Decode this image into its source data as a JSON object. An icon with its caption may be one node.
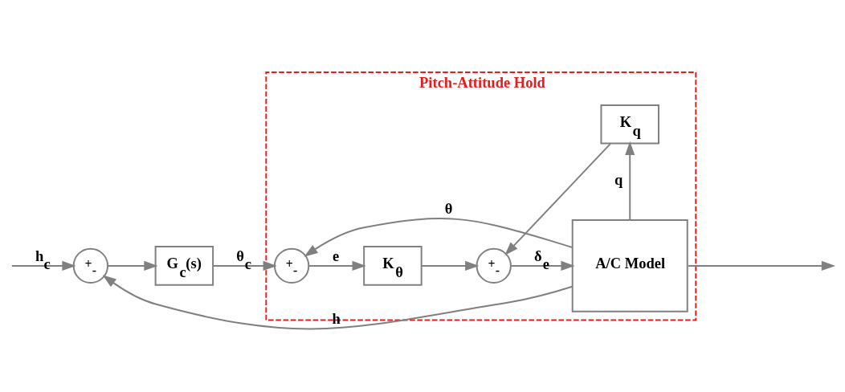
{
  "diagram": {
    "nodes": [
      {
        "text": [
          "Pitch-Attitude Hold"
        ]
      },
      {
        "text": [
          "+$_{-}$"
        ]
      },
      {
        "text": [
          "G$_{c}$(s)"
        ]
      },
      {
        "text": [
          "+$_{-}$"
        ],
        "in": 0
      },
      {
        "text": [
          "K$_{θ}$"
        ],
        "in": 0
      },
      {
        "text": [
          "+$_{-}$"
        ],
        "in": 0
      },
      {
        "text": [
          "A/C Model"
        ],
        "in": 0
      },
      {
        "text": [
          "K$_{q}$"
        ],
        "in": 0
      }
    ],
    "edges": [
      {
        "from": null,
        "to": 1,
        "arrow": "to",
        "label": "h$_{c}$"
      },
      {
        "from": 1,
        "to": 2,
        "arrow": "to"
      },
      {
        "from": 2,
        "to": 3,
        "arrow": "to",
        "label": "θ$_{c}$"
      },
      {
        "from": 3,
        "to": 4,
        "arrow": "to",
        "label": "e"
      },
      {
        "from": 4,
        "to": 5,
        "arrow": "to"
      },
      {
        "from": 5,
        "to": 6,
        "arrow": "to",
        "label": "δ$_{e}$"
      },
      {
        "from": 6,
        "to": null,
        "arrow": "to"
      },
      {
        "from": 6,
        "to": 7,
        "arrow": "to",
        "label": "q"
      },
      {
        "from": 7,
        "to": 5,
        "arrow": "to"
      },
      {
        "from": 6,
        "to": 3,
        "arrow": "to",
        "label": "θ"
      },
      {
        "from": 6,
        "to": 1,
        "arrow": "to",
        "label": "h"
      }
    ]
  }
}
